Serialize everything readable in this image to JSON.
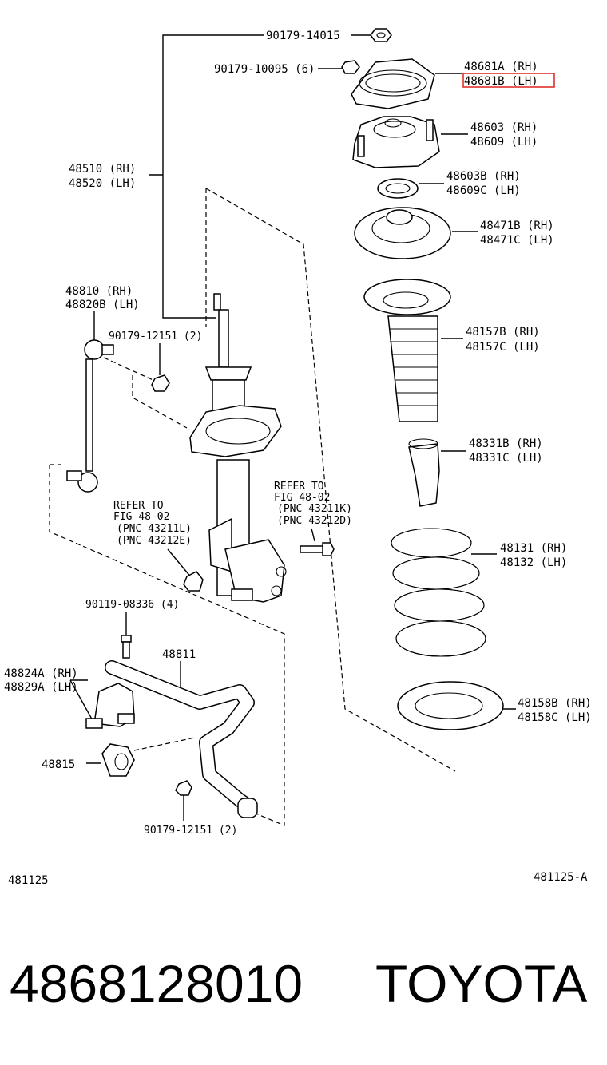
{
  "labels": {
    "p90179_14015": "90179-14015",
    "p90179_10095": "90179-10095 (6)",
    "p48681a": "48681A (RH)",
    "p48681b": "48681B (LH)",
    "p48603": "48603 (RH)",
    "p48609": "48609 (LH)",
    "p48603b": "48603B (RH)",
    "p48609c": "48609C (LH)",
    "p48510": "48510 (RH)",
    "p48520": "48520 (LH)",
    "p48471b": "48471B (RH)",
    "p48471c": "48471C (LH)",
    "p48810": "48810  (RH)",
    "p48820b": "48820B (LH)",
    "p90179_12151_a": "90179-12151 (2)",
    "p48157b": "48157B (RH)",
    "p48157c": "48157C (LH)",
    "p48331b": "48331B (RH)",
    "p48331c": "48331C (LH)",
    "ref_r1": "REFER TO",
    "ref_r2": "FIG 48-02",
    "ref_r3": "(PNC 43211K)",
    "ref_r4": "(PNC 43212D)",
    "ref_l1": "REFER TO",
    "ref_l2": "FIG 48-02",
    "ref_l3": "(PNC 43211L)",
    "ref_l4": "(PNC 43212E)",
    "p48131": "48131 (RH)",
    "p48132": "48132 (LH)",
    "p90119_08336": "90119-08336 (4)",
    "p48811": "48811",
    "p48824a": "48824A (RH)",
    "p48829a": "48829A (LH)",
    "p48158b": "48158B (RH)",
    "p48158c": "48158C (LH)",
    "p48815": "48815",
    "p90179_12151_b": "90179-12151 (2)",
    "fig_left": "481125",
    "fig_right": "481125-A"
  },
  "caption": {
    "part_number": "4868128010",
    "brand": "TOYOTA"
  },
  "highlight_color": "#e0312b"
}
